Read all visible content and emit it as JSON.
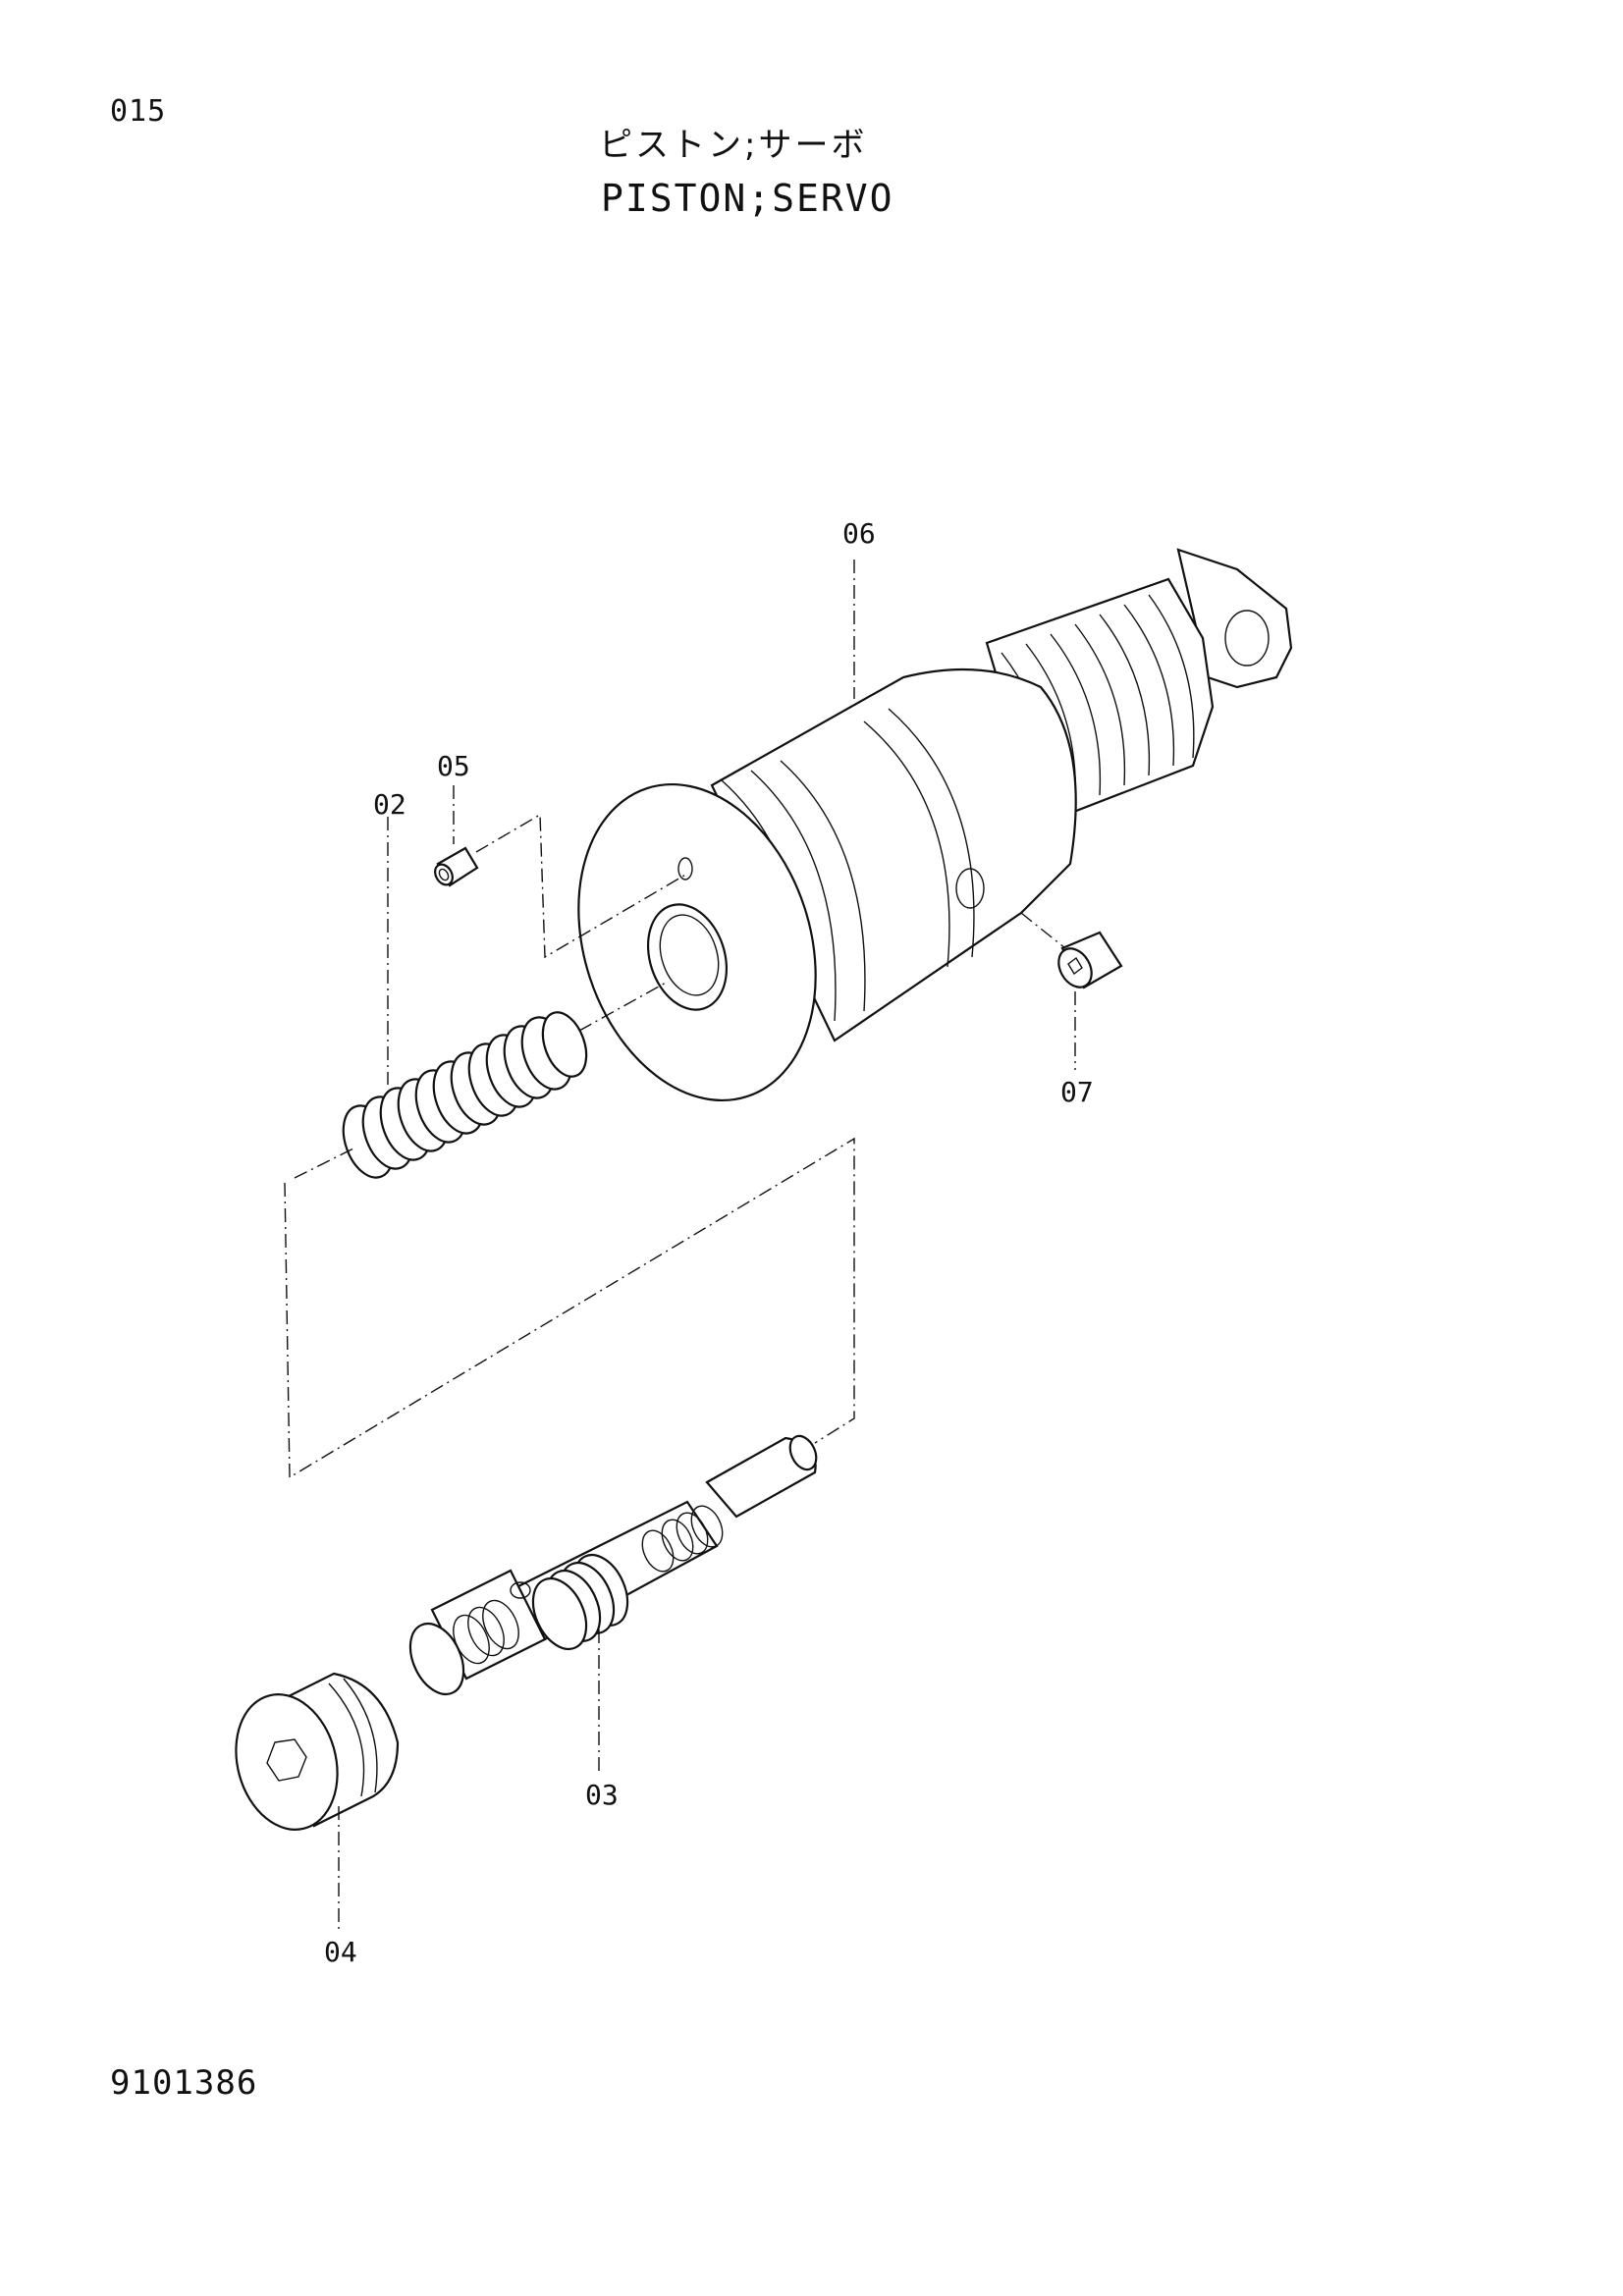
{
  "page_number": "015",
  "title_jp": "ピストン;サーボ",
  "title_en": "PISTON;SERVO",
  "drawing_number": "9101386",
  "callouts": {
    "c02": "02",
    "c03": "03",
    "c04": "04",
    "c05": "05",
    "c06": "06",
    "c07": "07"
  }
}
